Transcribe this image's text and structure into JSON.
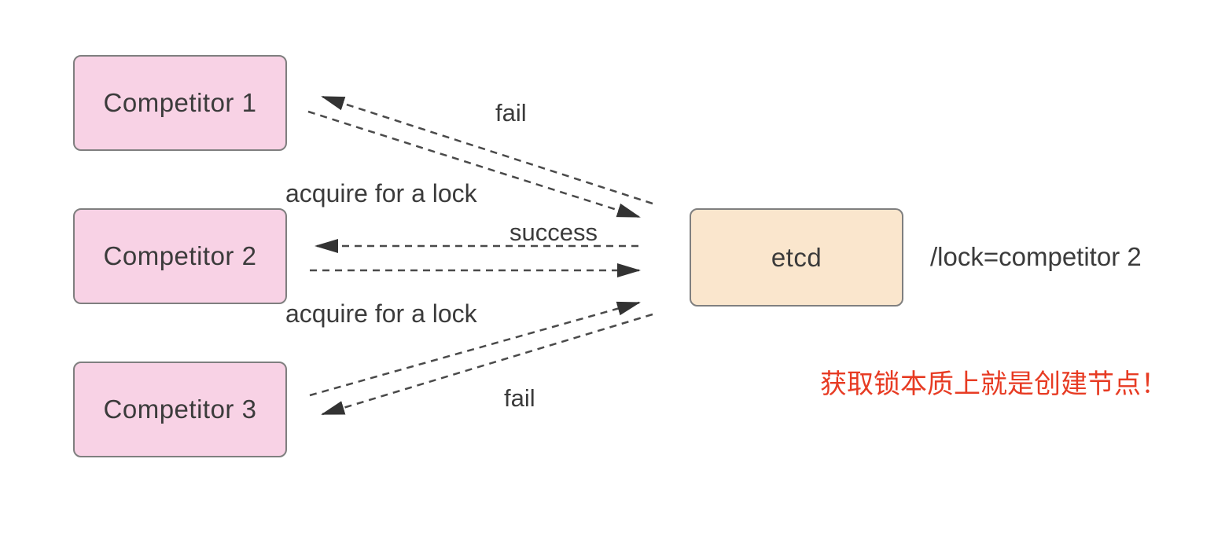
{
  "diagram": {
    "type": "etcd distributed lock acquisition diagram",
    "nodes": {
      "competitor1": {
        "label": "Competitor 1"
      },
      "competitor2": {
        "label": "Competitor 2"
      },
      "competitor3": {
        "label": "Competitor 3"
      },
      "etcd": {
        "label": "etcd"
      }
    },
    "labels": {
      "fail_top": "fail",
      "acquire_top": "acquire for a lock",
      "success": "success",
      "acquire_bottom": "acquire for a lock",
      "fail_bottom": "fail"
    },
    "etcd_key": "/lock=competitor 2",
    "annotation": "获取锁本质上就是创建节点！",
    "edges": [
      {
        "from": "competitor1",
        "to": "etcd",
        "label": "acquire for a lock",
        "style": "dashed"
      },
      {
        "from": "etcd",
        "to": "competitor1",
        "label": "fail",
        "style": "dashed"
      },
      {
        "from": "competitor2",
        "to": "etcd",
        "label": "acquire for a lock",
        "style": "dashed"
      },
      {
        "from": "etcd",
        "to": "competitor2",
        "label": "success",
        "style": "dashed"
      },
      {
        "from": "competitor3",
        "to": "etcd",
        "label": "acquire for a lock",
        "style": "dashed"
      },
      {
        "from": "etcd",
        "to": "competitor3",
        "label": "fail",
        "style": "dashed"
      }
    ],
    "colors": {
      "competitor_fill": "#f8d2e5",
      "etcd_fill": "#fae6cd",
      "node_border": "#7f7f7f",
      "arrow_line": "#4a4a4a",
      "arrow_head": "#333333",
      "annotation_red": "#e73b23",
      "text": "#3b3b3b",
      "background": "#ffffff"
    }
  }
}
